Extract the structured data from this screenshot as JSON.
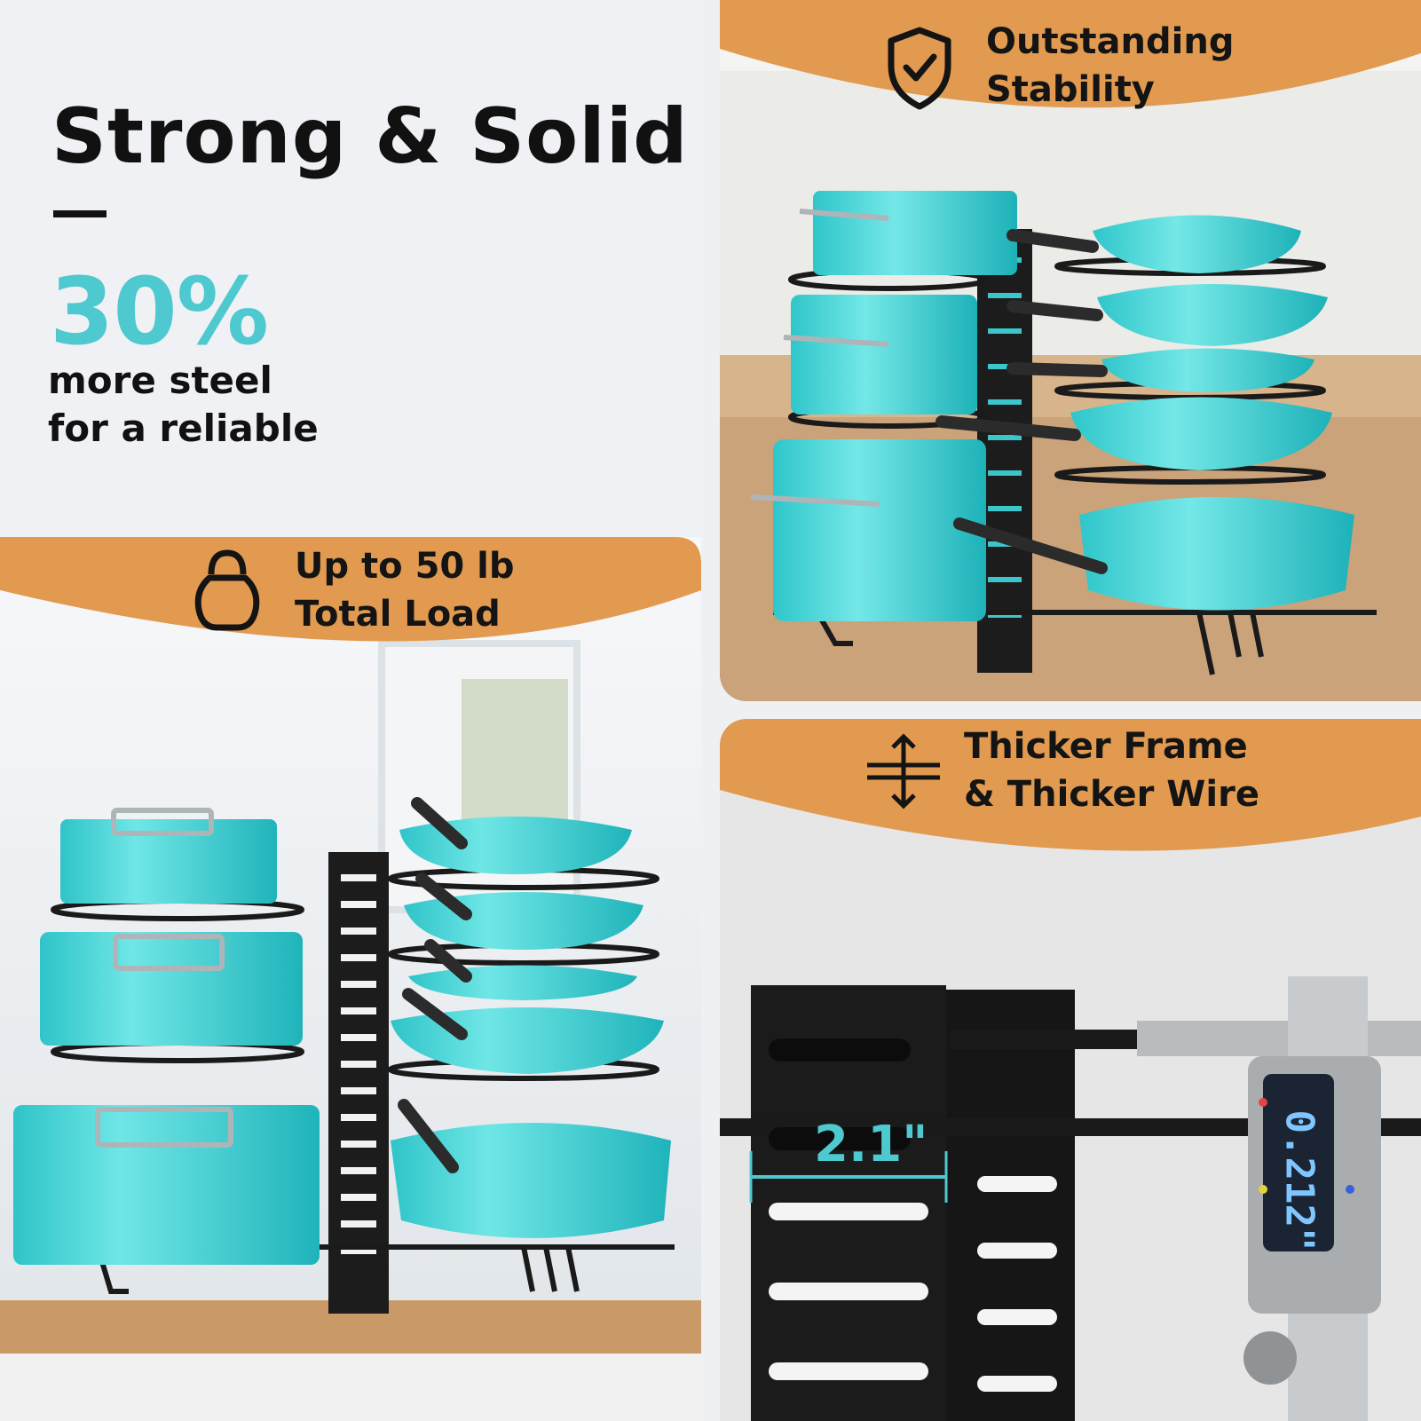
{
  "intro": {
    "headline": "Strong & Solid",
    "stat_value": "30%",
    "stat_line1": "more steel",
    "stat_line2": "for a reliable"
  },
  "banners": {
    "load": {
      "line1": "Up to 50 lb",
      "line2": "Total Load",
      "icon": "kettlebell-icon"
    },
    "stability": {
      "line1": "Outstanding",
      "line2": "Stability",
      "icon": "shield-check-icon"
    },
    "thickness": {
      "line1": "Thicker Frame",
      "line2": "& Thicker Wire",
      "icon": "thickness-arrows-icon"
    }
  },
  "measurement": {
    "width_label": "2.1\"",
    "caliper_reading": "0.212\""
  },
  "colors": {
    "accent": "#4dc9cf",
    "banner": "#e19a50",
    "pot": "#3ed3d6",
    "rack": "#1a1a1a"
  }
}
